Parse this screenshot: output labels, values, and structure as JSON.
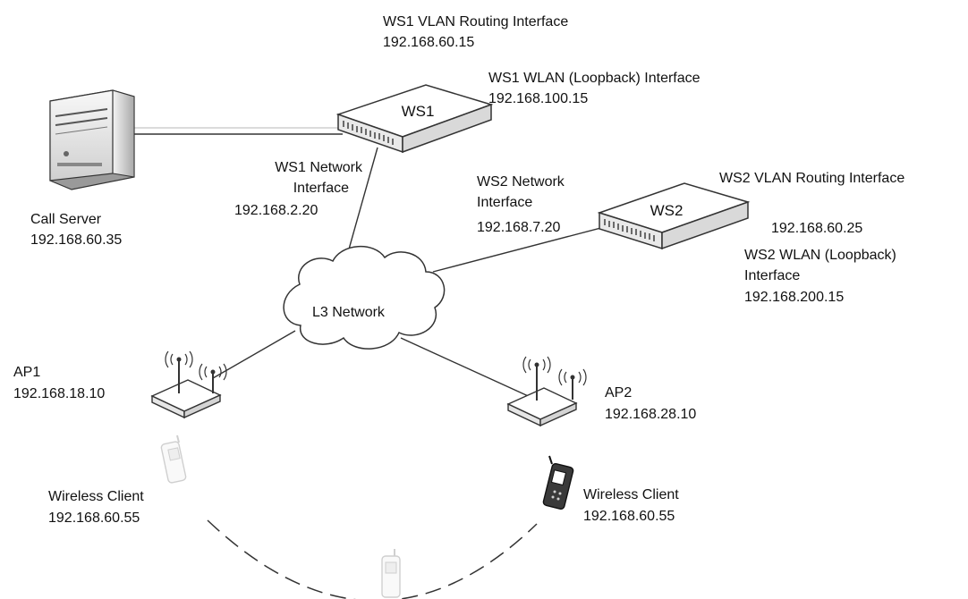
{
  "switches": {
    "ws1": {
      "name": "WS1",
      "vlan_label": "WS1 VLAN Routing Interface",
      "vlan_ip": "192.168.60.15",
      "wlan_label": "WS1 WLAN (Loopback) Interface",
      "wlan_ip": "192.168.100.15",
      "net_label_line1": "WS1 Network",
      "net_label_line2": "Interface",
      "net_ip": "192.168.2.20"
    },
    "ws2": {
      "name": "WS2",
      "vlan_label": "WS2 VLAN Routing Interface",
      "vlan_ip": "192.168.60.25",
      "wlan_label_line1": "WS2 WLAN (Loopback)",
      "wlan_label_line2": "Interface",
      "wlan_ip": "192.168.200.15",
      "net_label_line1": "WS2 Network",
      "net_label_line2": "Interface",
      "net_ip": "192.168.7.20"
    }
  },
  "call_server": {
    "label": "Call Server",
    "ip": "192.168.60.35"
  },
  "network": {
    "label": "L3 Network"
  },
  "access_points": [
    {
      "name": "AP1",
      "ip": "192.168.18.10"
    },
    {
      "name": "AP2",
      "ip": "192.168.28.10"
    }
  ],
  "clients": [
    {
      "label": "Wireless Client",
      "ip": "192.168.60.55"
    },
    {
      "label": "Wireless Client",
      "ip": "192.168.60.55"
    }
  ],
  "colors": {
    "line": "#333333",
    "device_top": "#ffffff",
    "device_side": "#e4e4e4",
    "faded": "#c8c8c8"
  }
}
